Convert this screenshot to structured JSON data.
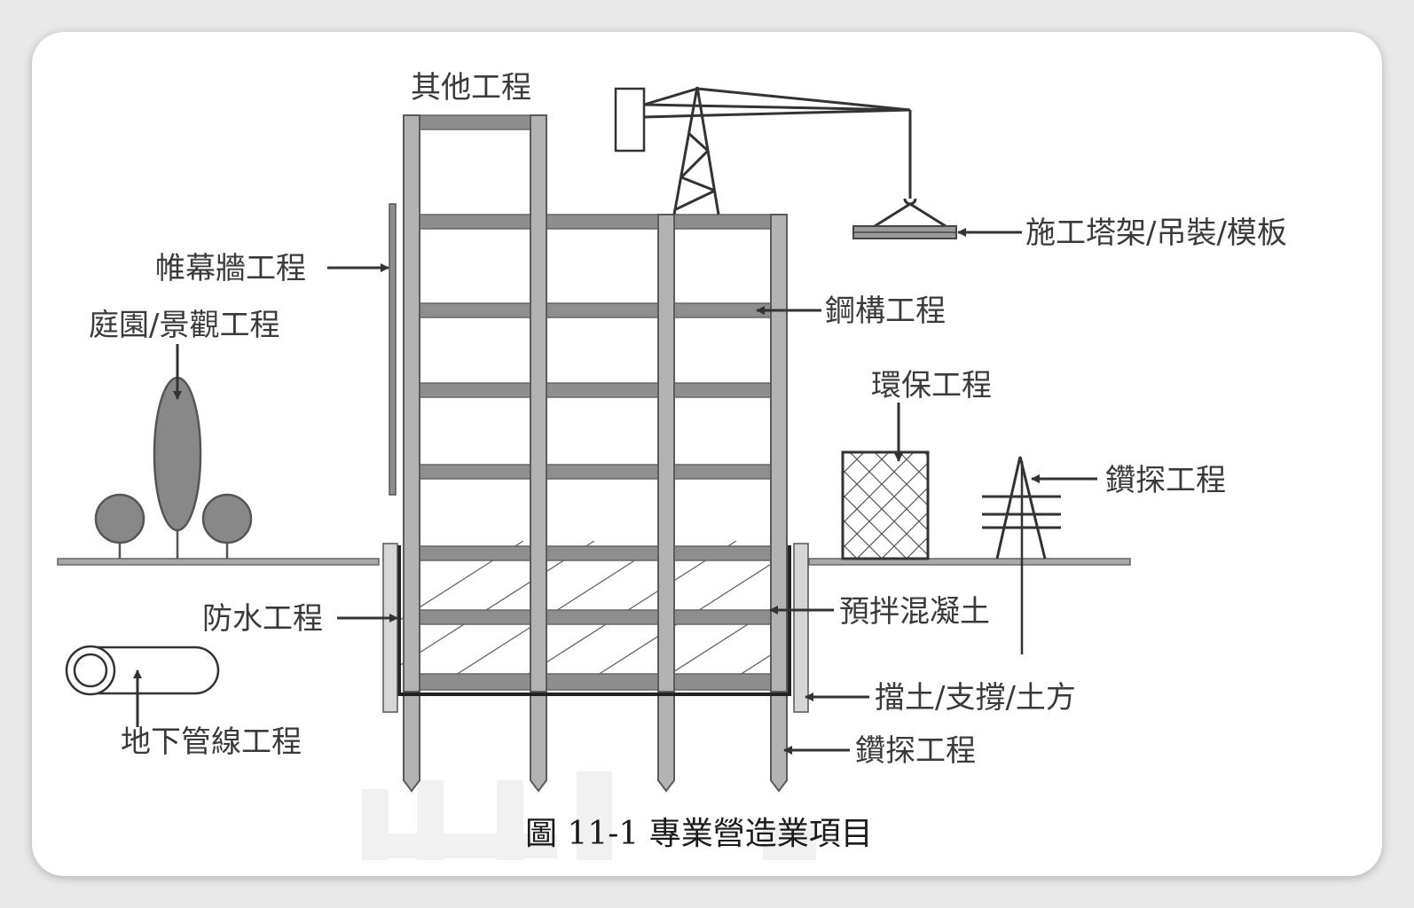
{
  "labels": {
    "other": "其他工程",
    "tower_crane": "施工塔架/吊裝/模板",
    "curtain_wall": "帷幕牆工程",
    "steel": "鋼構工程",
    "garden": "庭園/景觀工程",
    "environmental": "環保工程",
    "drilling_top": "鑽探工程",
    "waterproof": "防水工程",
    "concrete": "預拌混凝土",
    "retaining": "擋土/支撐/土方",
    "drilling_bottom": "鑽探工程",
    "underground_pipe": "地下管線工程"
  },
  "caption": "圖 11-1 專業營造業項目",
  "colors": {
    "column": "#b3b3b3",
    "beam": "#8e8e8e",
    "line": "#333333",
    "tree": "#888888"
  }
}
